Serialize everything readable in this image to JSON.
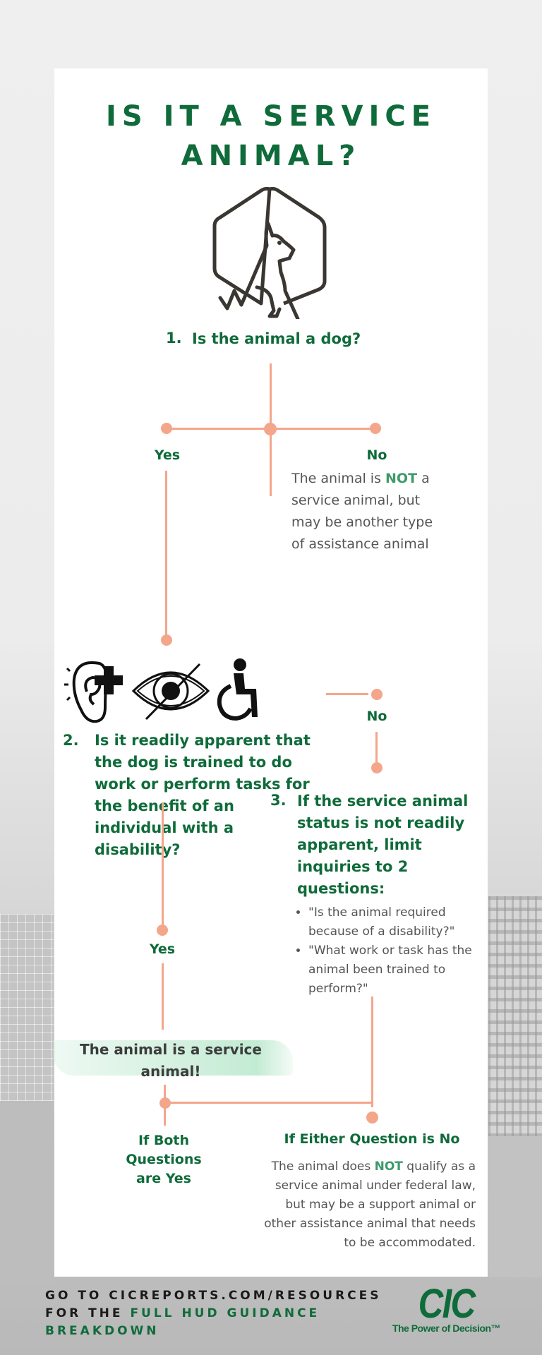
{
  "title": {
    "line1": "IS IT A SERVICE",
    "line2": "ANIMAL?"
  },
  "icons": {
    "hero": "dog-in-hexagon-icon",
    "disabilities": [
      "hearing-impairment-icon",
      "visual-impairment-icon",
      "wheelchair-icon"
    ]
  },
  "question1": {
    "number": "1.",
    "text": "Is the animal a dog?",
    "yes_label": "Yes",
    "no_label": "No",
    "no_result": {
      "before": "The animal is ",
      "emphasis": "NOT",
      "after_line1": " a",
      "line2": "service animal, but",
      "line3": "may be another type",
      "line4": "of assistance animal"
    }
  },
  "question2": {
    "number": "2.",
    "lines": [
      "Is it readily apparent that",
      "the dog is trained to do",
      "work or perform tasks for",
      "the benefit of an",
      "individual with a",
      "disability?"
    ],
    "no_label": "No",
    "yes_label": "Yes"
  },
  "question3": {
    "number": "3.",
    "lines": [
      "If the service animal",
      "status is not readily",
      "apparent, limit",
      "inquiries to 2",
      "questions:"
    ],
    "bullets": [
      "\"Is the animal required because of a disability?\"",
      "\"What work or task has the animal been trained to perform?\""
    ]
  },
  "result_yes": {
    "line1": "The animal is a service",
    "line2": "animal!"
  },
  "outcomes": {
    "both_yes": [
      "If Both",
      "Questions",
      "are Yes"
    ],
    "either_no": {
      "heading": "If Either Question is No",
      "before": "The animal does ",
      "emphasis": "NOT",
      "after": " qualify as a",
      "lines": [
        "service animal under federal law,",
        "but may be a support animal or",
        "other assistance animal that needs",
        "to be accommodated."
      ]
    }
  },
  "footer": {
    "line1": "GO TO CICREPORTS.COM/RESOURCES",
    "line2_prefix": "FOR THE ",
    "line2_highlight": "FULL HUD GUIDANCE",
    "line3": "BREAKDOWN"
  },
  "logo": {
    "name": "CIC",
    "tagline": "The Power of Decision™"
  },
  "colors": {
    "brand_green": "#0f6b3a",
    "accent_green": "#3c9a6a",
    "connector_salmon": "#f4a68b",
    "body_gray": "#555555",
    "highlight_mint": "#c8ecd7"
  }
}
